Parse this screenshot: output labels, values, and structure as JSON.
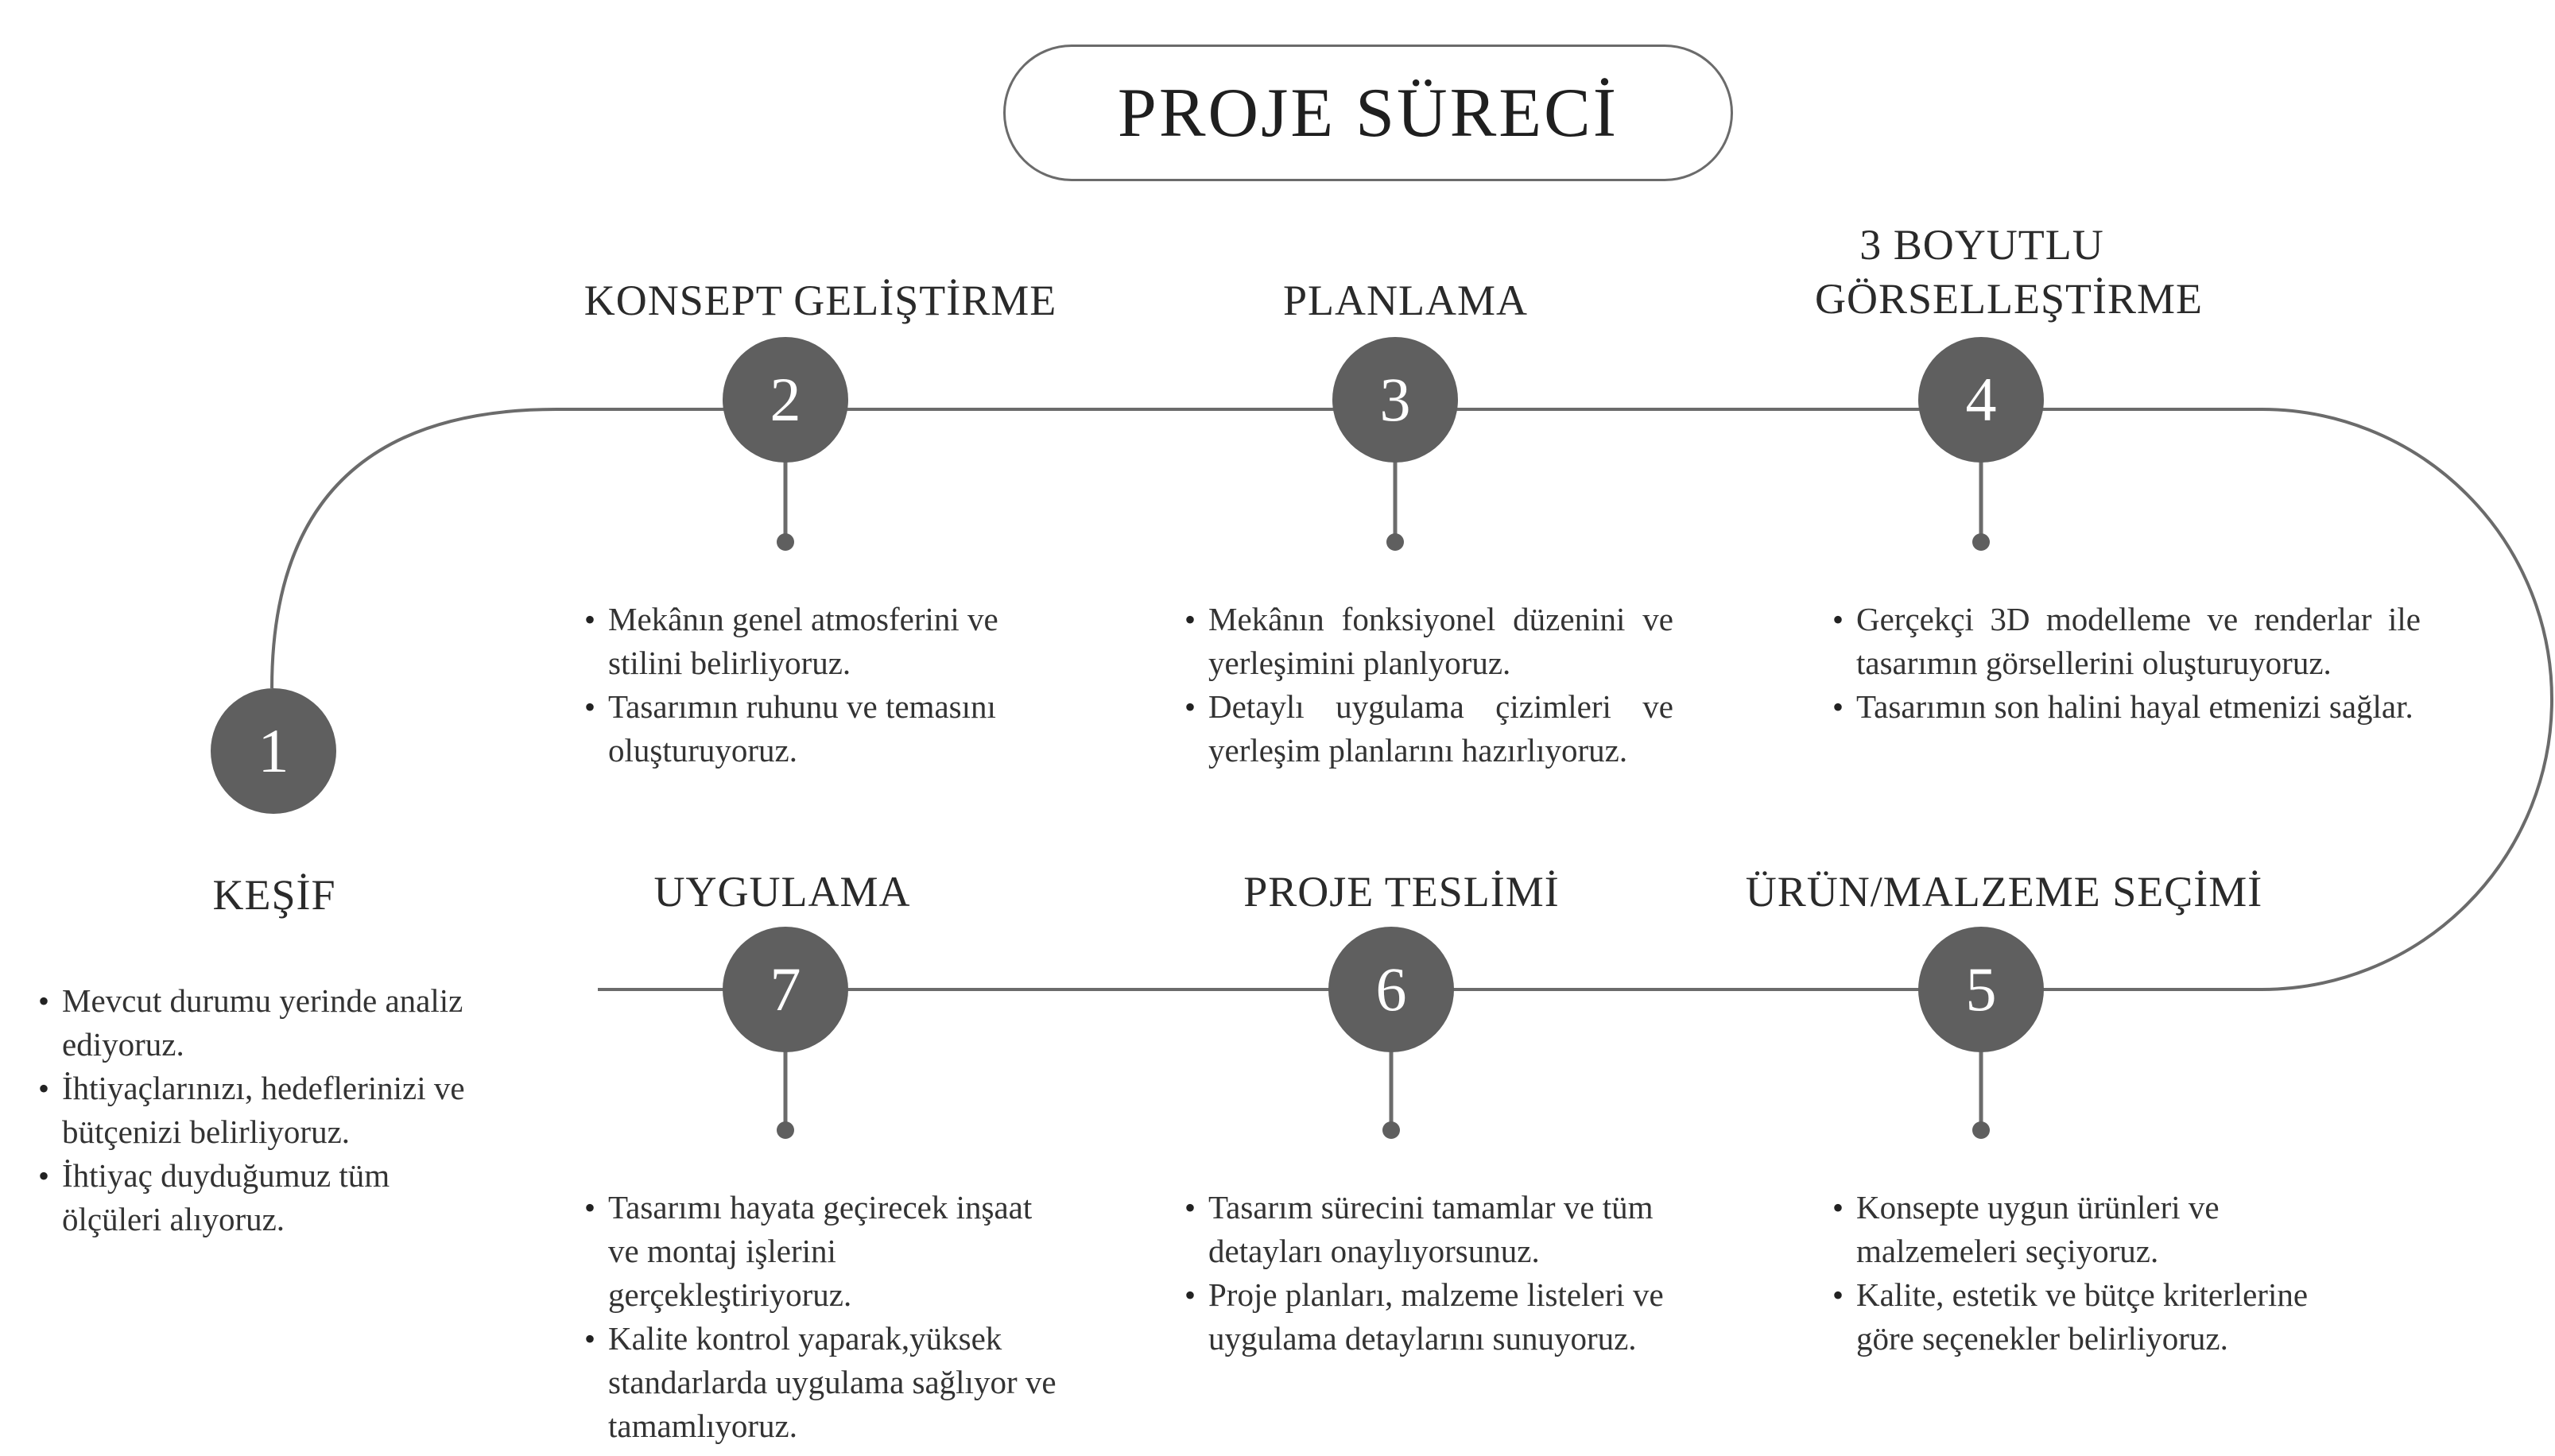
{
  "title": "PROJE SÜRECİ",
  "colors": {
    "node": "#5f5f5f",
    "line": "#6b6b6b"
  },
  "steps": [
    {
      "number": "1",
      "title": "KEŞİF",
      "bullets": [
        "Mevcut durumu yerinde analiz ediyoruz.",
        "İhtiyaçlarınızı, hedeflerinizi ve bütçenizi belirliyoruz.",
        "İhtiyaç duyduğumuz tüm ölçüleri alıyoruz."
      ]
    },
    {
      "number": "2",
      "title": "KONSEPT GELİŞTİRME",
      "bullets": [
        "Mekânın genel atmosferini ve stilini belirliyoruz.",
        "Tasarımın ruhunu ve temasını oluşturuyoruz."
      ]
    },
    {
      "number": "3",
      "title": "PLANLAMA",
      "bullets": [
        "Mekânın fonksiyonel düzenini ve yerleşimini planlyoruz.",
        "Detaylı uygulama çizimleri ve yerleşim planlarını hazırlıyoruz."
      ]
    },
    {
      "number": "4",
      "title": "3 BOYUTLU GÖRSELLEŞTİRME",
      "bullets": [
        "Gerçekçi 3D modelleme ve renderlar ile tasarımın görsellerini oluşturuyoruz.",
        "Tasarımın son halini hayal etmenizi sağlar."
      ]
    },
    {
      "number": "5",
      "title": "ÜRÜN/MALZEME SEÇİMİ",
      "bullets": [
        "Konsepte uygun ürünleri ve malzemeleri seçiyoruz.",
        "Kalite, estetik ve bütçe kriterlerine göre seçenekler belirliyoruz."
      ]
    },
    {
      "number": "6",
      "title": "PROJE TESLİMİ",
      "bullets": [
        "Tasarım sürecini tamamlar ve tüm detayları onaylıyorsunuz.",
        "Proje planları, malzeme listeleri ve uygulama detaylarını sunuyoruz."
      ]
    },
    {
      "number": "7",
      "title": "UYGULAMA",
      "bullets": [
        "Tasarımı hayata geçirecek inşaat ve montaj işlerini gerçekleştiriyoruz.",
        "Kalite kontrol yaparak,yüksek standarlarda uygulama sağlıyor ve tamamlıyoruz."
      ]
    }
  ]
}
